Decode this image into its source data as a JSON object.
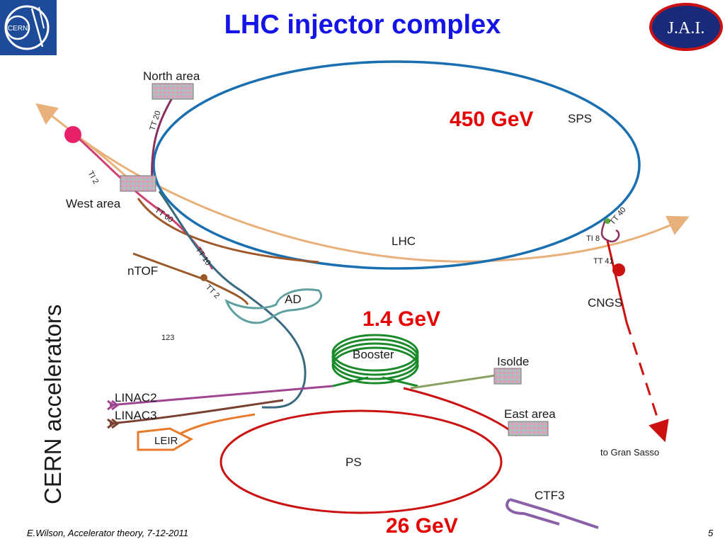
{
  "title": "LHC injector complex",
  "vertical_title": "CERN accelerators",
  "logos": {
    "left": "CERN",
    "right": "J.A.I."
  },
  "energies": {
    "sps": "450 GeV",
    "booster": "1.4 GeV",
    "ps": "26 GeV"
  },
  "labels": {
    "north_area": "North area",
    "west_area": "West area",
    "sps": "SPS",
    "lhc": "LHC",
    "ntof": "nTOF",
    "ad": "AD",
    "booster": "Booster",
    "isolde": "Isolde",
    "east_area": "East area",
    "linac2": "LINAC2",
    "linac3": "LINAC3",
    "leir": "LEIR",
    "ps": "PS",
    "ctf3": "CTF3",
    "cngs": "CNGS",
    "gran_sasso": "to Gran Sasso",
    "tt20": "TT 20",
    "ti2": "TI 2",
    "tt60": "TT 60",
    "tt10": "TT 10",
    "tt2": "TT 2",
    "tt40": "TT 40",
    "ti8": "TI 8",
    "tt41": "TT 41",
    "num123": "123"
  },
  "footer": {
    "left": "E.Wilson, Accelerator theory, 7-12-2011",
    "page": "5"
  },
  "colors": {
    "title": "#1414e6",
    "energy": "#e60000",
    "sps_ring": "#1a6fb0",
    "lhc_beam": "#e8b07a",
    "ps_ring": "#cc1111",
    "booster": "#1a8a2a",
    "linac2": "#a0458f",
    "linac3": "#7a4030",
    "leir": "#e87a2a",
    "tt10": "#3a6a80",
    "tt20": "#8a3060",
    "ad": "#60a0a0",
    "ctf3": "#8a60a8",
    "cngs": "#cc1111",
    "isolde": "#8aa060",
    "ntof": "#9a5a2a",
    "tt60": "#a0582a",
    "ti2": "#d04070"
  }
}
